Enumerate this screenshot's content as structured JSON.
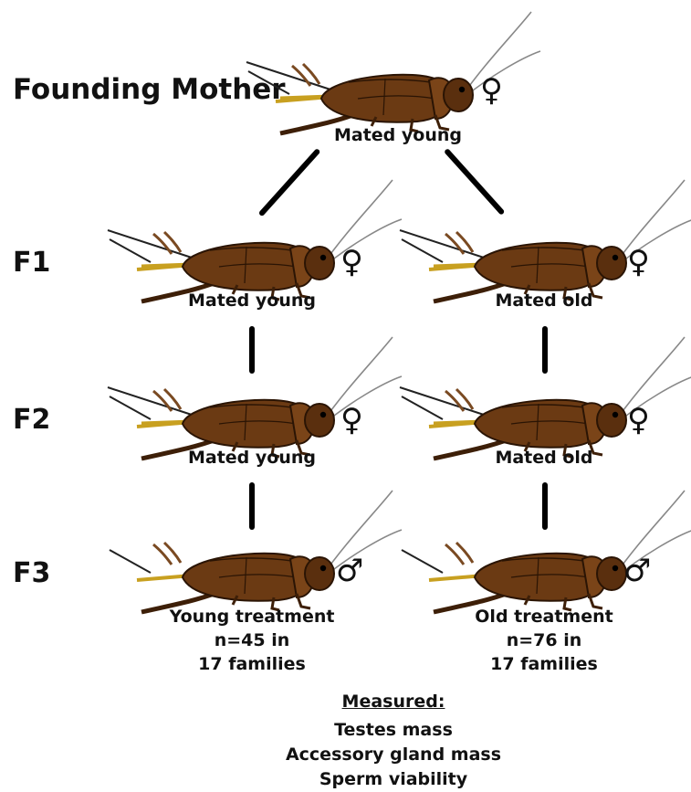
{
  "founder": {
    "label": "Founding Mother",
    "sex_symbol": "♀",
    "caption": "Mated young"
  },
  "generations": {
    "f1": {
      "label": "F1",
      "left": {
        "sex_symbol": "♀",
        "caption": "Mated young"
      },
      "right": {
        "sex_symbol": "♀",
        "caption": "Mated old"
      }
    },
    "f2": {
      "label": "F2",
      "left": {
        "sex_symbol": "♀",
        "caption": "Mated young"
      },
      "right": {
        "sex_symbol": "♀",
        "caption": "Mated old"
      }
    },
    "f3": {
      "label": "F3",
      "left": {
        "sex_symbol": "♂",
        "caption_lines": [
          "Young treatment",
          "n=45 in",
          "17 families"
        ]
      },
      "right": {
        "sex_symbol": "♂",
        "caption_lines": [
          "Old treatment",
          "n=76 in",
          "17 families"
        ]
      }
    }
  },
  "measured": {
    "title": "Measured:",
    "items": [
      "Testes mass",
      "Accessory gland mass",
      "Sperm viability"
    ]
  },
  "colors": {
    "body": "#6b3a13",
    "body_dark": "#3d1f08",
    "ovipositor": "#c8a020",
    "antenna": "#888888"
  }
}
